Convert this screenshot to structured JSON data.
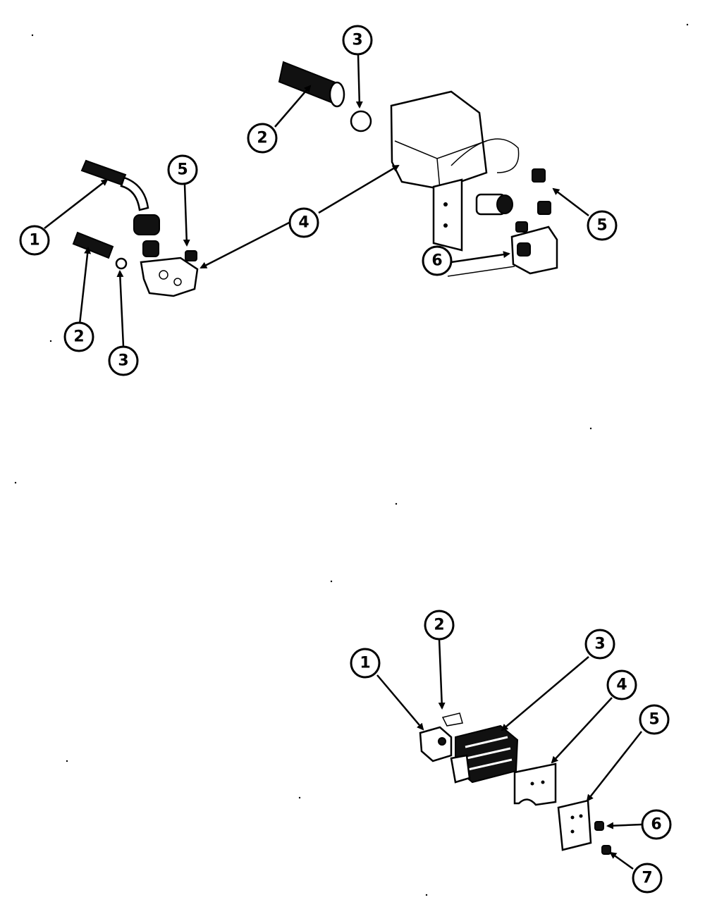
{
  "assembly_top": {
    "callouts": [
      {
        "id": "top-1",
        "label": "1"
      },
      {
        "id": "top-2a",
        "label": "2"
      },
      {
        "id": "top-3a",
        "label": "3"
      },
      {
        "id": "top-5a",
        "label": "5"
      },
      {
        "id": "top-4",
        "label": "4"
      },
      {
        "id": "top-2b",
        "label": "2"
      },
      {
        "id": "top-3b",
        "label": "3"
      },
      {
        "id": "top-5b",
        "label": "5"
      },
      {
        "id": "top-6",
        "label": "6"
      }
    ]
  },
  "assembly_bottom": {
    "callouts": [
      {
        "id": "bot-1",
        "label": "1"
      },
      {
        "id": "bot-2",
        "label": "2"
      },
      {
        "id": "bot-3",
        "label": "3"
      },
      {
        "id": "bot-4",
        "label": "4"
      },
      {
        "id": "bot-5",
        "label": "5"
      },
      {
        "id": "bot-6",
        "label": "6"
      },
      {
        "id": "bot-7",
        "label": "7"
      }
    ]
  }
}
